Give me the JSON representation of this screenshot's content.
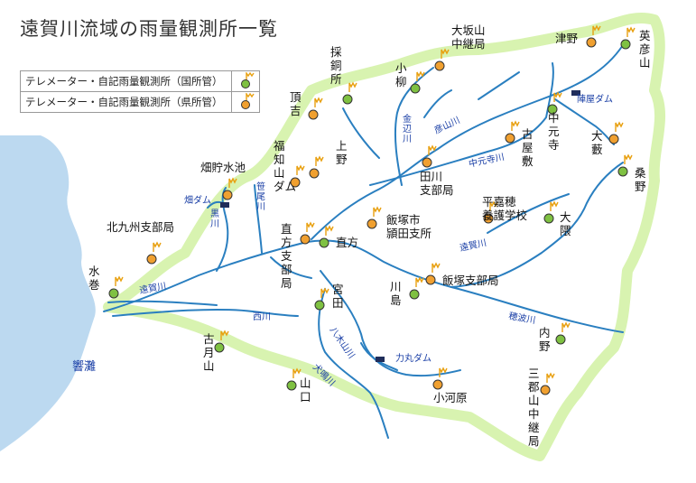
{
  "title": "遠賀川流域の雨量観測所一覧",
  "legend": [
    {
      "label": "テレメーター・自記雨量観測所（国所管）",
      "color": "#7fc142"
    },
    {
      "label": "テレメーター・自記雨量観測所（県所管）",
      "color": "#f0a030"
    }
  ],
  "colors": {
    "national": "#7fc142",
    "prefectural": "#f0a030",
    "river": "#2a7fc0",
    "sea": "#bcd9f0",
    "flag": "#e8a010",
    "basin_edge": "#d8f3b0"
  },
  "stations": [
    {
      "name": "大坂山中継局",
      "lines": [
        "大坂山",
        "中継局"
      ],
      "type": "prefectural"
    },
    {
      "name": "津野",
      "lines": [
        "津野"
      ],
      "type": "prefectural"
    },
    {
      "name": "英彦山",
      "lines": [
        "英",
        "彦",
        "山"
      ],
      "type": "national"
    },
    {
      "name": "採銅所",
      "lines": [
        "採",
        "銅",
        "所"
      ],
      "type": "national"
    },
    {
      "name": "小柳",
      "lines": [
        "小",
        "柳"
      ],
      "type": "national"
    },
    {
      "name": "頂吉",
      "lines": [
        "頂",
        "吉"
      ],
      "type": "prefectural"
    },
    {
      "name": "陣屋ダム",
      "lines": [
        "陣屋ダム"
      ],
      "type": "dam"
    },
    {
      "name": "中元寺",
      "lines": [
        "中",
        "元",
        "寺"
      ],
      "type": "national"
    },
    {
      "name": "大藪",
      "lines": [
        "大",
        "藪"
      ],
      "type": "prefectural"
    },
    {
      "name": "古屋敷",
      "lines": [
        "古",
        "屋",
        "敷"
      ],
      "type": "prefectural"
    },
    {
      "name": "上野",
      "lines": [
        "上",
        "野"
      ],
      "type": "prefectural"
    },
    {
      "name": "福知山ダム",
      "lines": [
        "福",
        "知",
        "山",
        "ダム"
      ],
      "type": "prefectural"
    },
    {
      "name": "田川支部局",
      "lines": [
        "田川",
        "支部局"
      ],
      "type": "prefectural"
    },
    {
      "name": "畑貯水池",
      "lines": [
        "畑貯水池"
      ],
      "type": "prefectural"
    },
    {
      "name": "桑野",
      "lines": [
        "桑",
        "野"
      ],
      "type": "national"
    },
    {
      "name": "平嘉穂養護学校",
      "lines": [
        "平嘉穂",
        "養護学校"
      ],
      "type": "prefectural"
    },
    {
      "name": "大隈",
      "lines": [
        "大",
        "隈"
      ],
      "type": "national"
    },
    {
      "name": "飯塚市頴田支所",
      "lines": [
        "飯塚市",
        "頴田支所"
      ],
      "type": "prefectural"
    },
    {
      "name": "直方支部局",
      "lines": [
        "直",
        "方",
        "支",
        "部",
        "局"
      ],
      "type": "prefectural"
    },
    {
      "name": "直方",
      "lines": [
        "直方"
      ],
      "type": "national"
    },
    {
      "name": "北九州支部局",
      "lines": [
        "北九州支部局"
      ],
      "type": "prefectural"
    },
    {
      "name": "水巻",
      "lines": [
        "水",
        "巻"
      ],
      "type": "national"
    },
    {
      "name": "飯塚支部局",
      "lines": [
        "飯塚支部局"
      ],
      "type": "prefectural"
    },
    {
      "name": "川島",
      "lines": [
        "川",
        "島"
      ],
      "type": "national"
    },
    {
      "name": "宮田",
      "lines": [
        "宮",
        "田"
      ],
      "type": "national"
    },
    {
      "name": "内野",
      "lines": [
        "内",
        "野"
      ],
      "type": "national"
    },
    {
      "name": "古月山",
      "lines": [
        "古",
        "月",
        "山"
      ],
      "type": "national"
    },
    {
      "name": "力丸ダム",
      "lines": [
        "力丸ダム"
      ],
      "type": "dam"
    },
    {
      "name": "山口",
      "lines": [
        "山",
        "口"
      ],
      "type": "national"
    },
    {
      "name": "小河原",
      "lines": [
        "小河原"
      ],
      "type": "prefectural"
    },
    {
      "name": "三郡山中継局",
      "lines": [
        "三",
        "郡",
        "山",
        "中",
        "継",
        "局"
      ],
      "type": "prefectural"
    }
  ],
  "rivers": [
    {
      "name": "遠賀川"
    },
    {
      "name": "彦山川"
    },
    {
      "name": "金辺川"
    },
    {
      "name": "中元寺川"
    },
    {
      "name": "笹尾川"
    },
    {
      "name": "黒川"
    },
    {
      "name": "畑ダム"
    },
    {
      "name": "遠賀川"
    },
    {
      "name": "穂波川"
    },
    {
      "name": "西川"
    },
    {
      "name": "八木山川"
    },
    {
      "name": "犬鳴川"
    }
  ],
  "sea_label": "響灘"
}
